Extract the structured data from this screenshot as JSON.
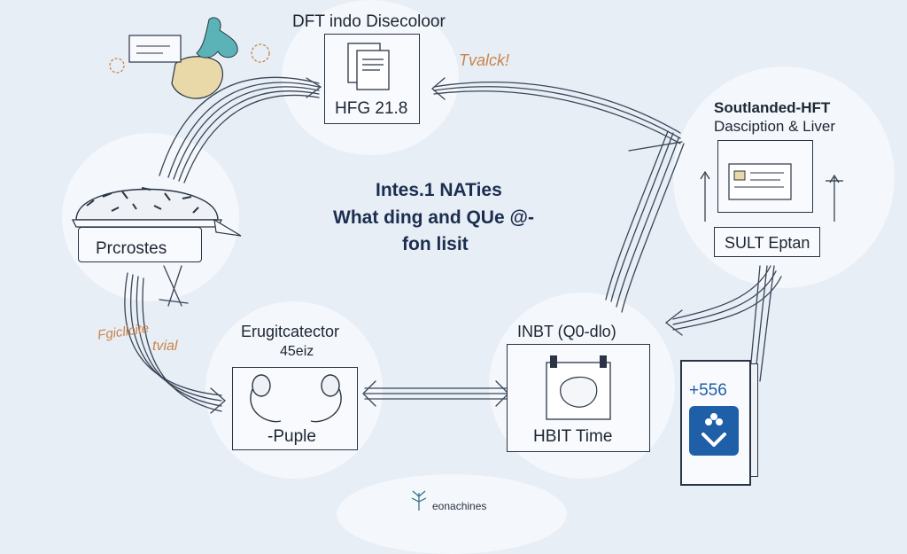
{
  "center": {
    "line1": "Intes.1 NATies",
    "line2": "What ding and QUe @-",
    "line3": "fon lisit"
  },
  "nodes": {
    "top": {
      "title": "DFT indo Disecoloor",
      "caption": "HFG 21.8",
      "note": "Tvalck!"
    },
    "left": {
      "caption": "Prcrostes",
      "note_line1": "Fgiclicite",
      "note_line2": "tvial"
    },
    "right": {
      "title_line1": "Soutlanded-HFT",
      "title_line2": "Dasciption & Liver",
      "caption": "SULT Eptan"
    },
    "bottom_left": {
      "title_line1": "Erugitcatector",
      "title_line2": "45eiz",
      "caption": "-Puple"
    },
    "bottom_mid": {
      "title": "INBT (Q0-dlo)",
      "caption": "HBIT Time"
    },
    "phone": {
      "number": "+556"
    }
  },
  "footer": {
    "logo_text": "eonachines"
  },
  "colors": {
    "accent_blue": "#1f5fa8",
    "teal": "#5bb3b8",
    "sand": "#e9d9a9",
    "ink": "#1d2633",
    "note_orange": "#c8844a"
  }
}
